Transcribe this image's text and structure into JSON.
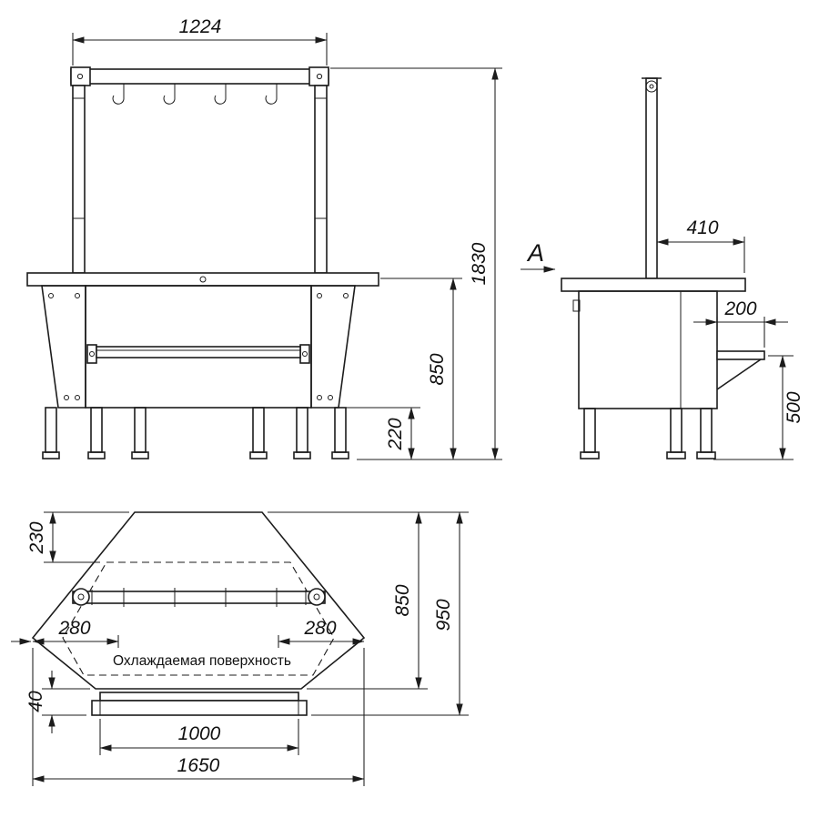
{
  "drawing": {
    "views": {
      "front": {
        "dims": {
          "top_width": "1224",
          "total_height": "1830",
          "counter_height": "850",
          "leg_height": "220"
        }
      },
      "side": {
        "view_label": "A",
        "dims": {
          "post_offset": "410",
          "shelf_depth": "200",
          "shelf_height": "500"
        }
      },
      "plan": {
        "surface_label": "Охлаждаемая поверхность",
        "dims": {
          "front_inset": "230",
          "left_chamfer": "280",
          "right_chamfer": "280",
          "surface_depth": "850",
          "total_depth": "950",
          "rail_gap": "40",
          "rail_length": "1000",
          "total_width": "1650"
        }
      }
    }
  }
}
